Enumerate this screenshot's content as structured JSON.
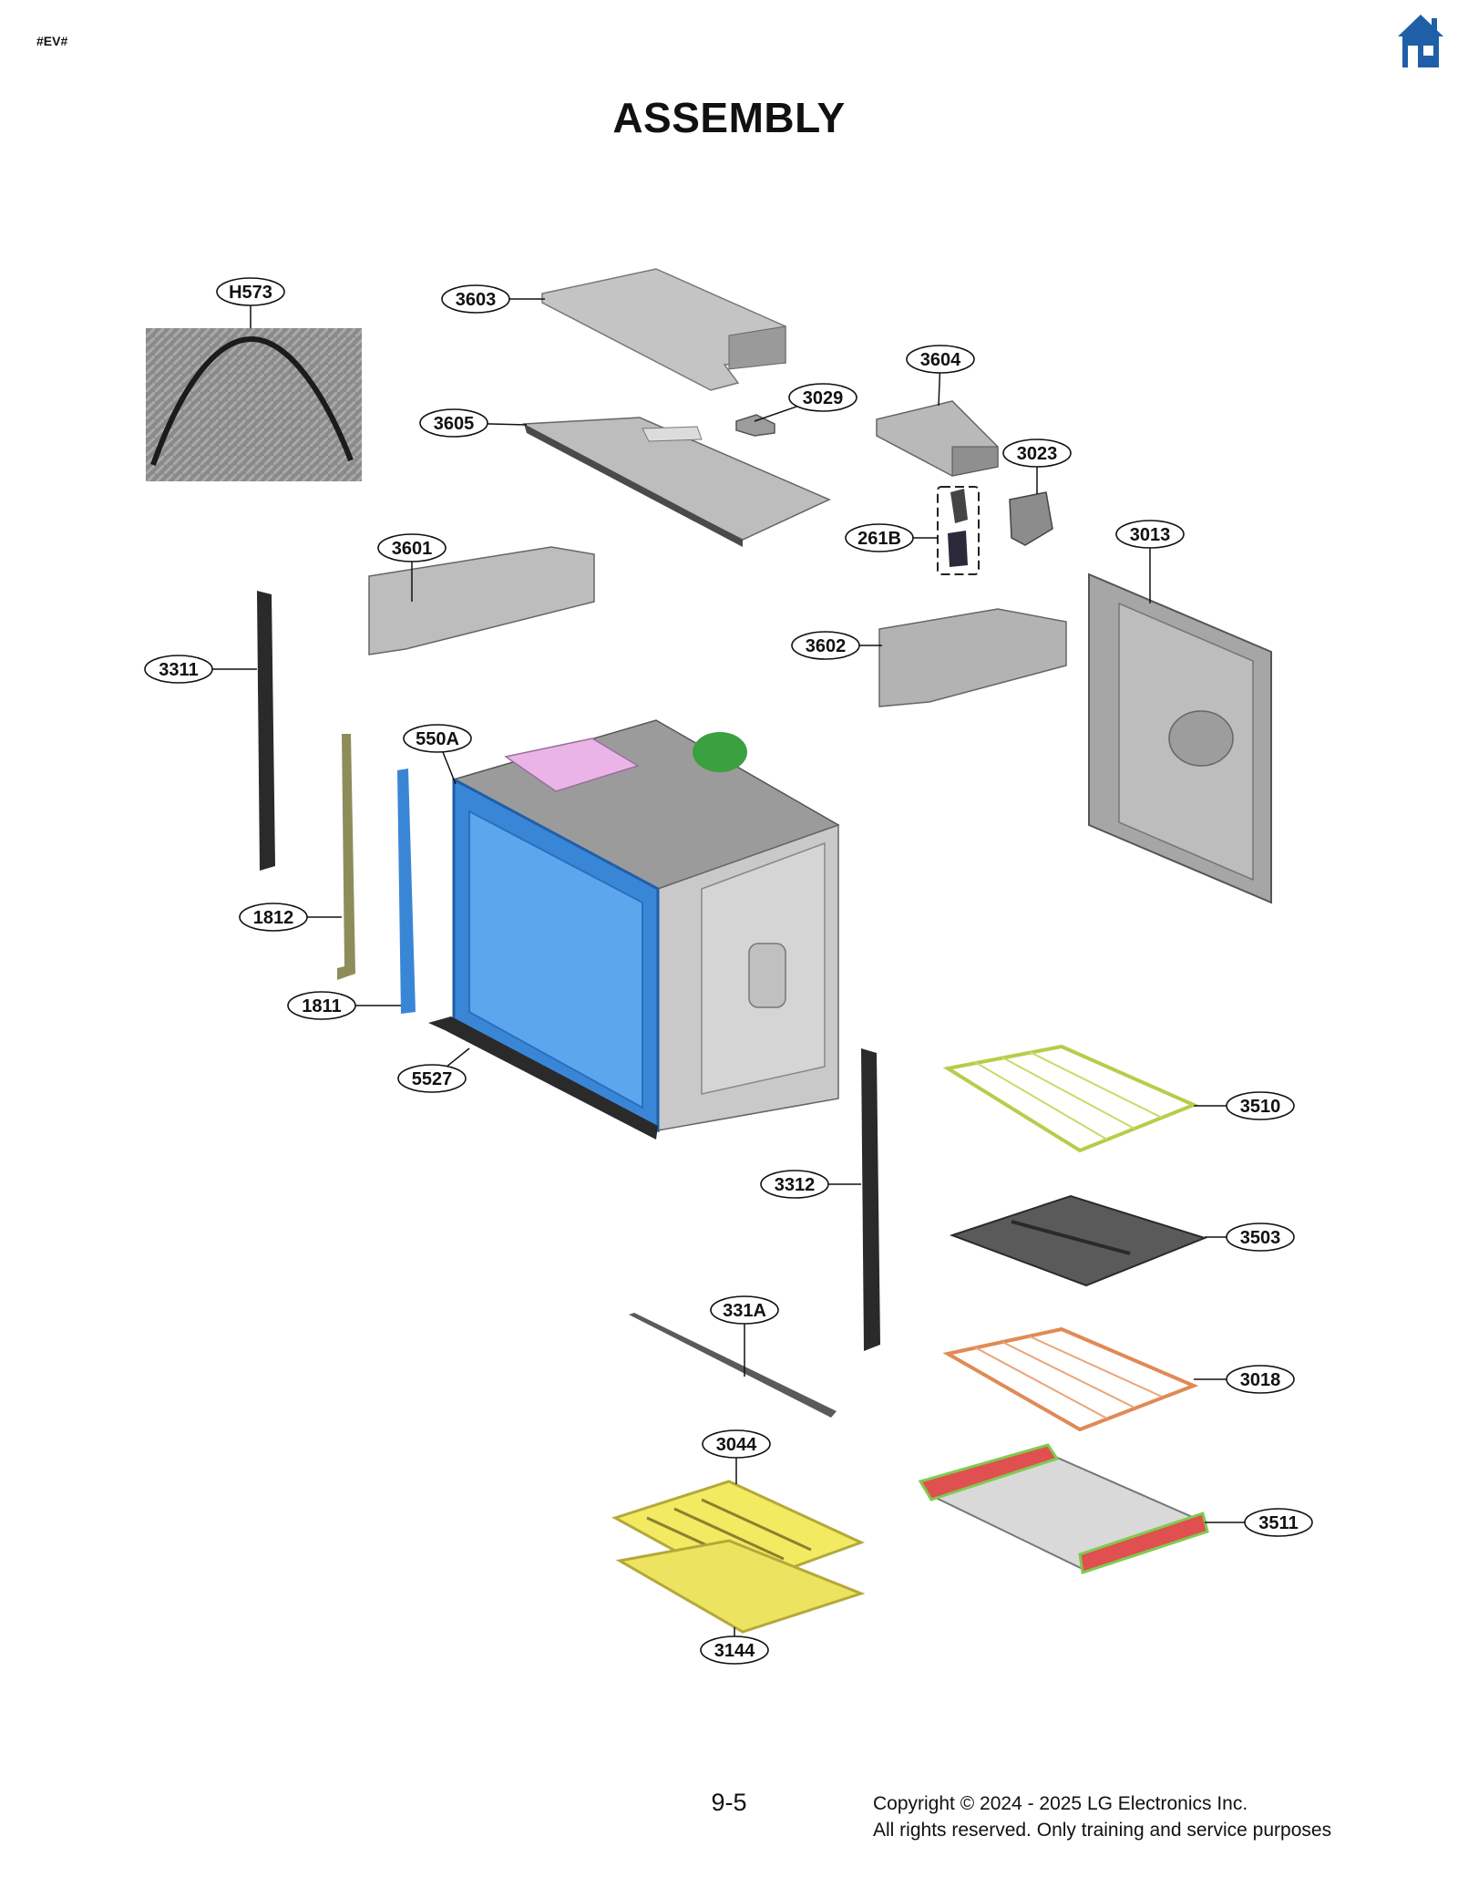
{
  "page": {
    "corner_code": "#EV#",
    "title": "ASSEMBLY",
    "page_number": "9-5",
    "copyright_line1": "Copyright © 2024 - 2025 LG Electronics Inc.",
    "copyright_line2": "All rights reserved. Only training and service purposes"
  },
  "icons": {
    "home": "home-icon"
  },
  "colors": {
    "home_icon": "#1f5fa8",
    "cavity": "#3a86d6",
    "rack_3510": "#cfe07a",
    "rack_3018": "#e08a55",
    "tray_yellow": "#f2ea60",
    "slide_red": "#e05050",
    "slide_green": "#7ecc4e",
    "fan_green": "#3aa040",
    "panel_gray": "#b8b8b8",
    "dark_part": "#2a2a2a"
  },
  "callouts": [
    {
      "id": "H573",
      "label": "H573"
    },
    {
      "id": "3603",
      "label": "3603"
    },
    {
      "id": "3604",
      "label": "3604"
    },
    {
      "id": "3029",
      "label": "3029"
    },
    {
      "id": "3605",
      "label": "3605"
    },
    {
      "id": "3023",
      "label": "3023"
    },
    {
      "id": "261B",
      "label": "261B"
    },
    {
      "id": "3013",
      "label": "3013"
    },
    {
      "id": "3601",
      "label": "3601"
    },
    {
      "id": "3602",
      "label": "3602"
    },
    {
      "id": "3311",
      "label": "3311"
    },
    {
      "id": "550A",
      "label": "550A"
    },
    {
      "id": "1812",
      "label": "1812"
    },
    {
      "id": "1811",
      "label": "1811"
    },
    {
      "id": "5527",
      "label": "5527"
    },
    {
      "id": "3510",
      "label": "3510"
    },
    {
      "id": "3312",
      "label": "3312"
    },
    {
      "id": "3503",
      "label": "3503"
    },
    {
      "id": "331A",
      "label": "331A"
    },
    {
      "id": "3018",
      "label": "3018"
    },
    {
      "id": "3044",
      "label": "3044"
    },
    {
      "id": "3511",
      "label": "3511"
    },
    {
      "id": "3144",
      "label": "3144"
    }
  ]
}
